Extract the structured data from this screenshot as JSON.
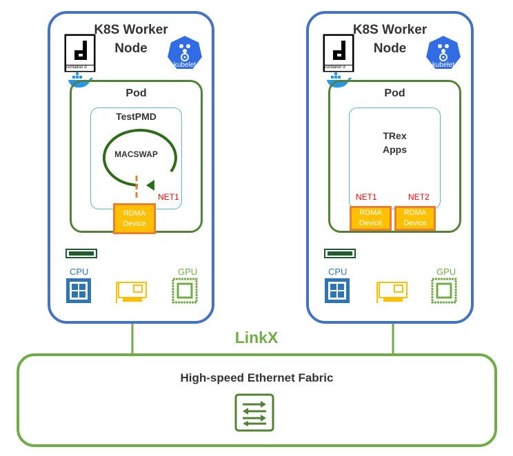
{
  "node1": {
    "title_line1": "K8S Worker",
    "title_line2": "Node",
    "containerd_label": "container d",
    "kubelet_label": "kubelet",
    "pod_title": "Pod",
    "app_title": "TestPMD",
    "loop_label": "MACSWAP",
    "net": "NET1",
    "rdma_line1": "RDMA",
    "rdma_line2": "Device",
    "cpu_label": "CPU",
    "gpu_label": "GPU"
  },
  "node2": {
    "title_line1": "K8S Worker",
    "title_line2": "Node",
    "containerd_label": "container d",
    "kubelet_label": "kubelet",
    "pod_title": "Pod",
    "app_line1": "TRex",
    "app_line2": "Apps",
    "net1": "NET1",
    "net2": "NET2",
    "rdma1_line1": "RDMA",
    "rdma1_line2": "Device",
    "rdma2_line1": "RDMA",
    "rdma2_line2": "Device",
    "cpu_label": "CPU",
    "gpu_label": "GPU"
  },
  "link_label": "LinkX",
  "fabric_title": "High-speed Ethernet Fabric",
  "colors": {
    "node_border": "#4472c4",
    "pod_border": "#548235",
    "app_border": "#5ab4dc",
    "rdma_fill": "#ffc000",
    "rdma_border": "#ed7d31",
    "net_text": "#ff0000",
    "cpu": "#2e75b6",
    "gpu": "#70ad47",
    "fabric_border": "#70ad47",
    "link_line": "#70ad47"
  },
  "icons": [
    "containerd-icon",
    "kubelet-icon",
    "docker-icon",
    "memory-slot-icon",
    "cpu-icon",
    "nic-icon",
    "gpu-icon",
    "switch-icon"
  ]
}
